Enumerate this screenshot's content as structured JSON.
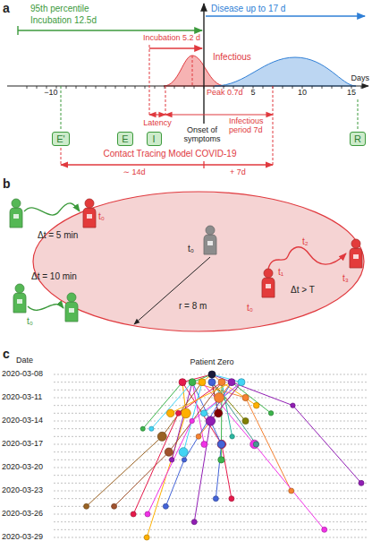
{
  "diagram": {
    "nodes": [
      {
        "text": [
          "E'"
        ]
      },
      {
        "text": [
          "E"
        ]
      },
      {
        "text": [
          "I"
        ]
      },
      {
        "text": [
          "R"
        ]
      }
    ],
    "labels": [
      "a",
      "95th percentile",
      "Incubation 12.5d",
      "Incubation 5.2 d",
      "Disease up to 17 d",
      "Infectious",
      "Peak 0.7d",
      "−10",
      "5",
      "10",
      "15",
      "Days",
      "Latency",
      "Infectious period 7d",
      "Onset of symptoms",
      "Contact Tracing Model COVID-19",
      "∼ 14d",
      "+ 7d",
      "b",
      "Δt = 5 min",
      "t₀",
      "Δt = 10 min",
      "t₀",
      "t₀",
      "r = 8 m",
      "t₀",
      "t₁",
      "t₂",
      "Δt > T",
      "t₃",
      "c",
      "Date",
      "Patient Zero",
      "2020-03-08",
      "2020-03-11",
      "2020-03-14",
      "2020-03-17",
      "2020-03-20",
      "2020-03-23",
      "2020-03-26",
      "2020-03-29"
    ]
  }
}
